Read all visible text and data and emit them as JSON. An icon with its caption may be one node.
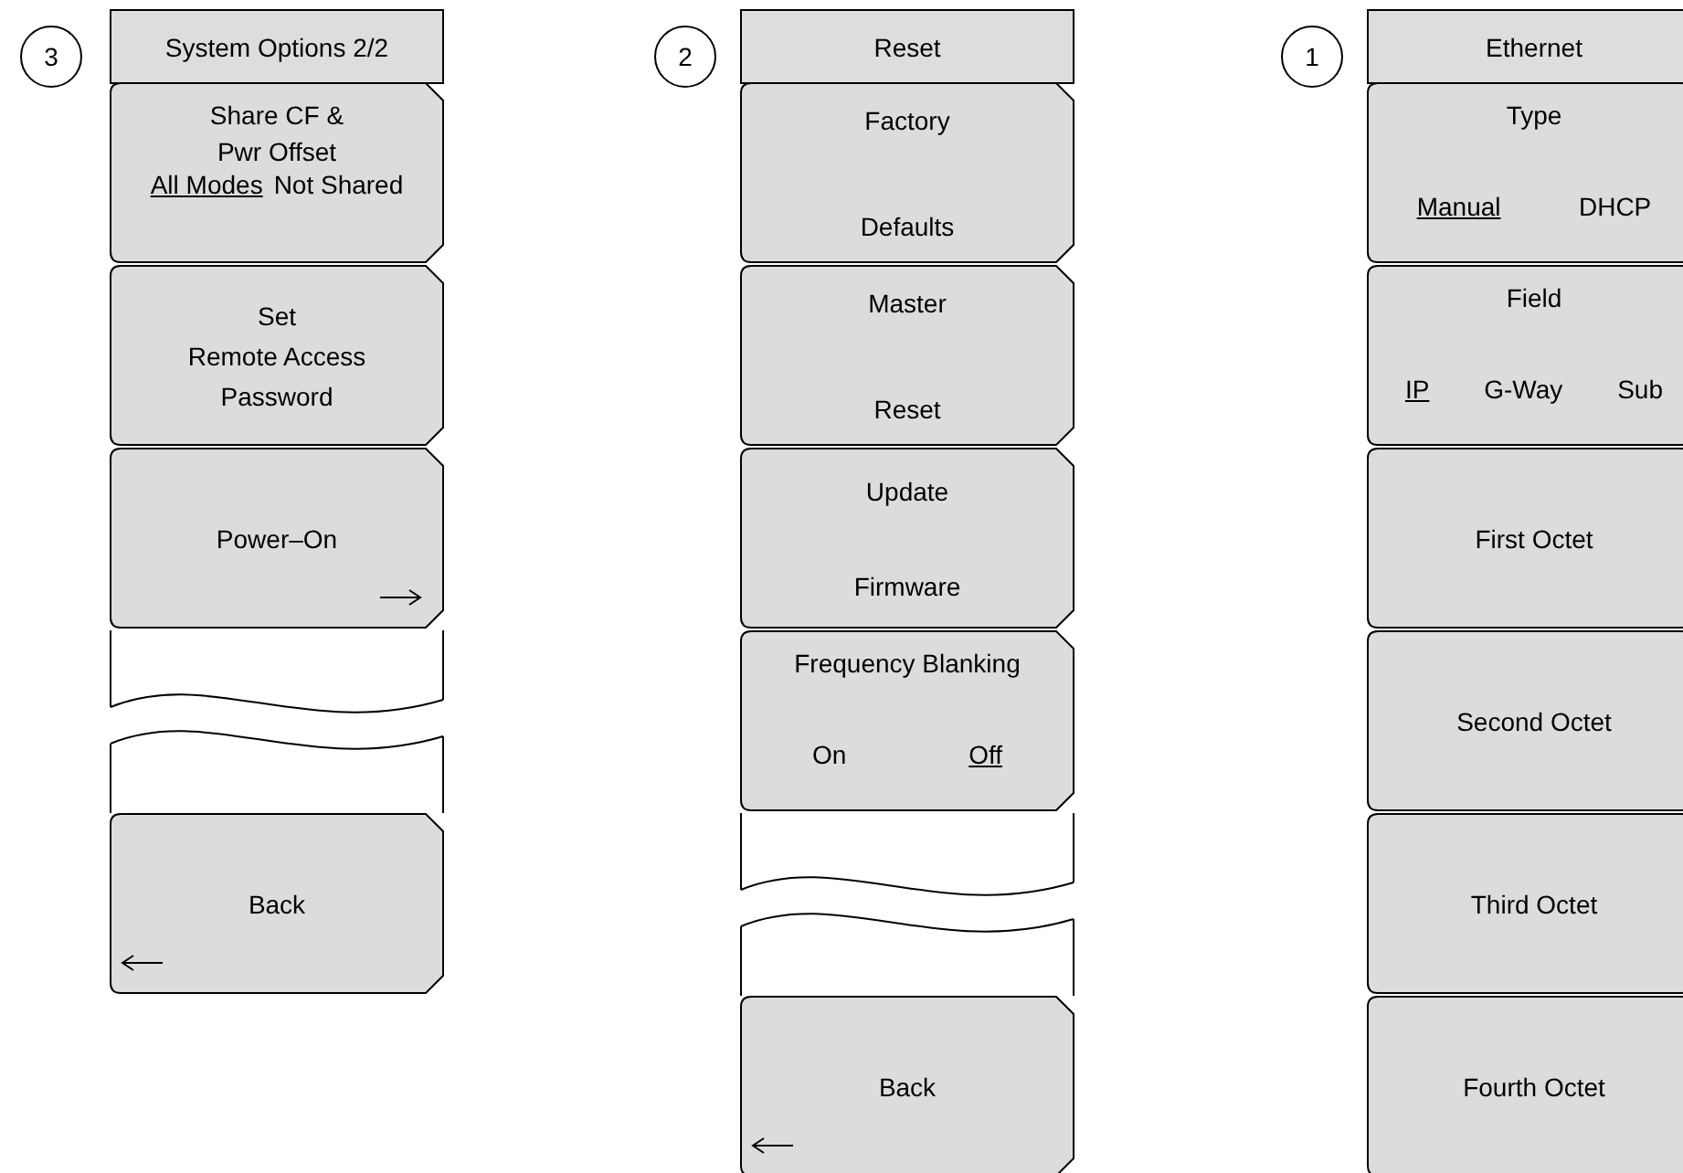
{
  "diagram": {
    "nodes": [
      {
        "text": [
          "3"
        ]
      },
      {
        "text": [
          "System Options 2/2"
        ]
      },
      {
        "text": [
          "Share CF & Pwr Offset",
          "All Modes",
          "Not Shared"
        ]
      },
      {
        "text": [
          "Set Remote Access Password"
        ]
      },
      {
        "text": [
          "Power–On"
        ]
      },
      {
        "text": [
          "Back"
        ]
      },
      {
        "text": [
          "2"
        ]
      },
      {
        "text": [
          "Reset"
        ]
      },
      {
        "text": [
          "Factory Defaults"
        ]
      },
      {
        "text": [
          "Master Reset"
        ]
      },
      {
        "text": [
          "Update Firmware"
        ]
      },
      {
        "text": [
          "Frequency Blanking",
          "On",
          "Off"
        ]
      },
      {
        "text": [
          "Back"
        ]
      },
      {
        "text": [
          "1"
        ]
      },
      {
        "text": [
          "Ethernet"
        ]
      },
      {
        "text": [
          "Type",
          "Manual",
          "DHCP"
        ]
      },
      {
        "text": [
          "Field",
          "IP",
          "G-Way",
          "Sub"
        ]
      },
      {
        "text": [
          "First Octet"
        ]
      },
      {
        "text": [
          "Second Octet"
        ]
      },
      {
        "text": [
          "Third Octet"
        ]
      },
      {
        "text": [
          "Fourth Octet"
        ]
      }
    ],
    "edges": []
  }
}
